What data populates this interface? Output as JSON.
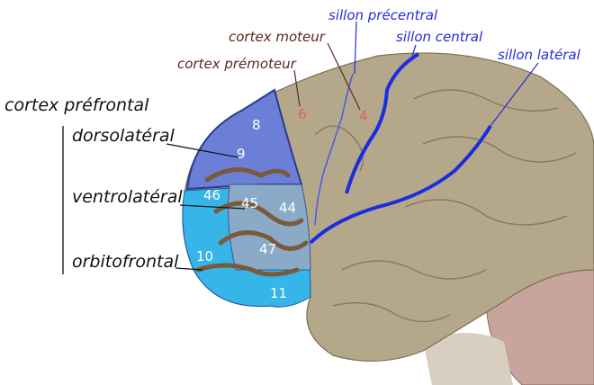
{
  "labels": {
    "prefrontal": "cortex préfrontal",
    "dorsolateral": "dorsolatéral",
    "ventrolateral": "ventrolatéral",
    "orbitofrontal": "orbitofrontal",
    "motor": "cortex moteur",
    "premotor": "cortex prémoteur",
    "precentral": "sillon précentral",
    "central": "sillon central",
    "lateral": "sillon latéral"
  },
  "areas": {
    "a8": "8",
    "a9": "9",
    "a46": "46",
    "a45": "45",
    "a44": "44",
    "a47": "47",
    "a10": "10",
    "a11": "11",
    "a6": "6",
    "a4": "4"
  },
  "colors": {
    "brain": "#b5a88a",
    "dorsolateral": "#6b7fd8",
    "ventrolateral": "#8aaac8",
    "orbitofrontal": "#35b5e8",
    "sulcus": "#1a2ee0",
    "label_brown": "#5a2a20"
  }
}
